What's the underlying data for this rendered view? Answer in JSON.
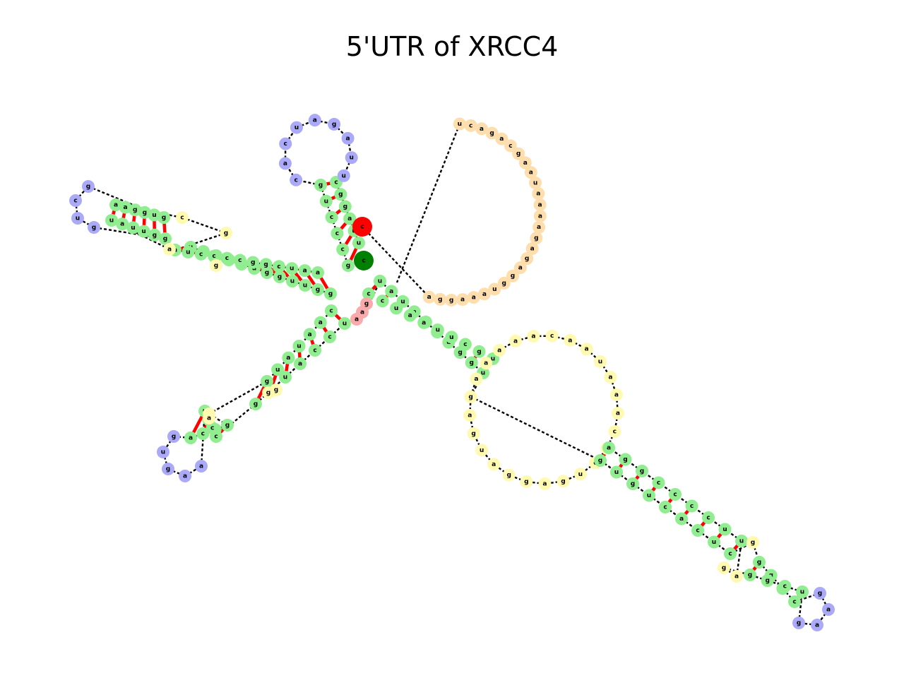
{
  "title": "5'UTR of XRCC4",
  "colors": {
    "stem": "#90ee90",
    "hairpin": "#aaaaf8",
    "interior": "#fffab0",
    "multiloop": "#ffdead",
    "dangling": "#f9aaaa",
    "pair": "#ff0000",
    "backbone": "#000000",
    "five_prime_marker": "#008000",
    "three_prime_marker": "#ff0000"
  },
  "structure": {
    "left_inner": {
      "five": [
        "g",
        "g",
        "u",
        "u",
        "g",
        "g",
        "u",
        "u",
        "a",
        "c",
        "u",
        "u"
      ],
      "three": [
        "a",
        "u",
        "c",
        "c",
        "c",
        "c",
        "g",
        "g",
        "c",
        "u",
        "a",
        "a"
      ]
    },
    "left_outer": {
      "five": [
        "u",
        "a",
        "u",
        "u",
        "g",
        "g"
      ],
      "three": [
        "g",
        "u",
        "g",
        "g",
        "a",
        "a"
      ]
    },
    "left_hairpin": [
      "g",
      "u",
      "c",
      "g"
    ],
    "left_bulges": {
      "inner_5": [
        "a",
        "g"
      ],
      "inner_3": [
        "c",
        "g"
      ],
      "outer_5": [
        "c"
      ],
      "outer_3": [
        "a"
      ]
    },
    "upper_stem": {
      "five": [
        "g",
        "c",
        "c",
        "c",
        "u",
        "g"
      ],
      "three": [
        "c",
        "g",
        "g",
        "a",
        "u",
        "u"
      ]
    },
    "upper_hairpin": [
      "c",
      "a",
      "c",
      "u",
      "a",
      "g",
      "a",
      "u",
      "u"
    ],
    "lower_left_inner": {
      "five": [
        "c",
        "a",
        "a",
        "u",
        "a",
        "u",
        "g"
      ],
      "three": [
        "g",
        "u",
        "u",
        "a",
        "c",
        "c",
        "u"
      ]
    },
    "lower_left_outer": {
      "five": [
        "g",
        "g",
        "c",
        "a"
      ],
      "three": [
        "u",
        "u",
        "c",
        "c"
      ]
    },
    "lower_left_hairpin": [
      "g",
      "u",
      "g",
      "a",
      "a"
    ],
    "lower_left_bulges": {
      "five": [
        "c",
        "g"
      ],
      "three": [
        "a",
        "g"
      ]
    },
    "multiloop": [
      "a",
      "g",
      "g",
      "a",
      "a",
      "a",
      "u",
      "g",
      "g",
      "a",
      "g",
      "a",
      "g",
      "a",
      "a",
      "a",
      "a",
      "u",
      "a",
      "a",
      "g",
      "c",
      "a",
      "g",
      "a",
      "c",
      "u"
    ],
    "right_inner": {
      "five": [
        "u",
        "a",
        "u",
        "a",
        "c",
        "c",
        "u",
        "g",
        "g",
        "u"
      ],
      "three": [
        "u",
        "g",
        "c",
        "u",
        "u",
        "a",
        "a",
        "u",
        "c",
        "c"
      ]
    },
    "right_loop": [
      "a",
      "a",
      "a",
      "a",
      "a",
      "a",
      "c",
      "a",
      "a",
      "u",
      "a",
      "a",
      "a",
      "c",
      "a",
      "c",
      "u",
      "g",
      "a",
      "g",
      "g",
      "a",
      "u",
      "g",
      "a",
      "g"
    ],
    "right_outer": {
      "five": [
        "g",
        "u",
        "g",
        "u",
        "c",
        "a",
        "c",
        "u",
        "c"
      ],
      "three": [
        "u",
        "u",
        "c",
        "c",
        "c",
        "c",
        "g",
        "g",
        "a"
      ]
    },
    "right_bulges": {
      "five": [
        "g"
      ],
      "three": [
        "g",
        "a"
      ]
    },
    "right_tail": {
      "five": [
        "g",
        "g",
        "c",
        "c"
      ],
      "three": [
        "u",
        "c",
        "g",
        "g"
      ]
    },
    "right_hairpin": [
      "g",
      "a",
      "a",
      "g"
    ],
    "five_prime_end": "c",
    "five_prime_dangling": [
      "a",
      "a",
      "g"
    ],
    "three_prime_end": "c"
  }
}
